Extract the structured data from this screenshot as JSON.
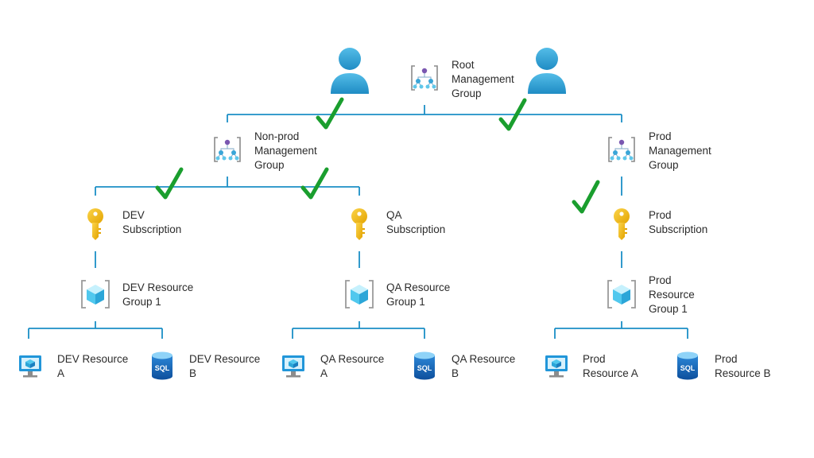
{
  "colors": {
    "connector": "#1b8fc6",
    "check": "#1a9e2e",
    "user": "#3aa6d8",
    "key": "#f2bd1c",
    "cube": "#50c8ee",
    "sql": "#1565b8",
    "monitor": "#2196d9",
    "mgmt_nodes": "#7a57b0"
  },
  "nodes": {
    "root_mg": {
      "icon": "management-group-icon",
      "lines": [
        "Root",
        "Management",
        "Group"
      ]
    },
    "nonprod_mg": {
      "icon": "management-group-icon",
      "lines": [
        "Non-prod",
        "Management",
        "Group"
      ]
    },
    "prod_mg": {
      "icon": "management-group-icon",
      "lines": [
        "Prod",
        "Management",
        "Group"
      ]
    },
    "dev_sub": {
      "icon": "key-icon",
      "lines": [
        "DEV",
        "Subscription"
      ]
    },
    "qa_sub": {
      "icon": "key-icon",
      "lines": [
        "QA",
        "Subscription"
      ]
    },
    "prod_sub": {
      "icon": "key-icon",
      "lines": [
        "Prod",
        "Subscription"
      ]
    },
    "dev_rg": {
      "icon": "resource-group-icon",
      "lines": [
        "DEV Resource",
        "Group 1"
      ]
    },
    "qa_rg": {
      "icon": "resource-group-icon",
      "lines": [
        "QA Resource",
        "Group 1"
      ]
    },
    "prod_rg": {
      "icon": "resource-group-icon",
      "lines": [
        "Prod",
        "Resource",
        "Group 1"
      ]
    },
    "dev_res_a": {
      "icon": "virtual-machine-icon",
      "lines": [
        "DEV Resource",
        "A"
      ]
    },
    "dev_res_b": {
      "icon": "sql-database-icon",
      "lines": [
        "DEV Resource",
        "B"
      ]
    },
    "qa_res_a": {
      "icon": "virtual-machine-icon",
      "lines": [
        "QA Resource",
        "A"
      ]
    },
    "qa_res_b": {
      "icon": "sql-database-icon",
      "lines": [
        "QA Resource",
        "B"
      ]
    },
    "prod_res_a": {
      "icon": "virtual-machine-icon",
      "lines": [
        "Prod",
        "Resource A"
      ]
    },
    "prod_res_b": {
      "icon": "sql-database-icon",
      "lines": [
        "Prod",
        "Resource B"
      ]
    }
  },
  "users": [
    {
      "icon": "user-icon"
    },
    {
      "icon": "user-icon"
    }
  ],
  "checks": [
    {
      "icon": "checkmark-icon"
    },
    {
      "icon": "checkmark-icon"
    },
    {
      "icon": "checkmark-icon"
    },
    {
      "icon": "checkmark-icon"
    },
    {
      "icon": "checkmark-icon"
    }
  ],
  "edges": [
    {
      "from": "root_mg",
      "to": "nonprod_mg"
    },
    {
      "from": "root_mg",
      "to": "prod_mg"
    },
    {
      "from": "nonprod_mg",
      "to": "dev_sub"
    },
    {
      "from": "nonprod_mg",
      "to": "qa_sub"
    },
    {
      "from": "prod_mg",
      "to": "prod_sub"
    },
    {
      "from": "dev_sub",
      "to": "dev_rg"
    },
    {
      "from": "qa_sub",
      "to": "qa_rg"
    },
    {
      "from": "prod_sub",
      "to": "prod_rg"
    },
    {
      "from": "dev_rg",
      "to": "dev_res_a"
    },
    {
      "from": "dev_rg",
      "to": "dev_res_b"
    },
    {
      "from": "qa_rg",
      "to": "qa_res_a"
    },
    {
      "from": "qa_rg",
      "to": "qa_res_b"
    },
    {
      "from": "prod_rg",
      "to": "prod_res_a"
    },
    {
      "from": "prod_rg",
      "to": "prod_res_b"
    }
  ]
}
